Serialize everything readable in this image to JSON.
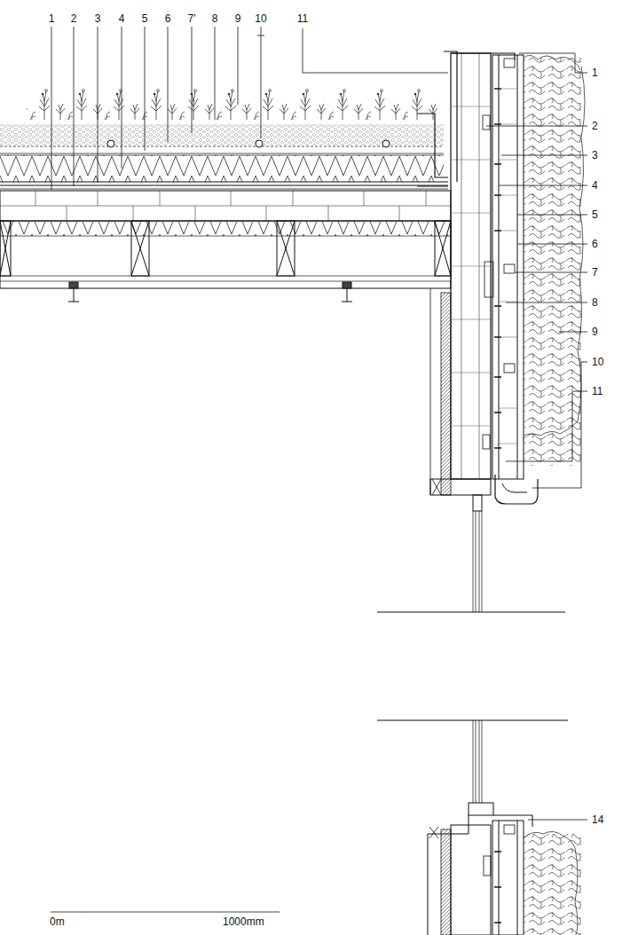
{
  "diagram": {
    "labels": [
      "1",
      "2",
      "3",
      "4",
      "5",
      "6",
      "7'",
      "8",
      "9",
      "10",
      "11",
      "1",
      "2",
      "3",
      "4",
      "5",
      "6",
      "7",
      "8",
      "9",
      "10",
      "11",
      "14",
      "0m",
      "1000mm"
    ]
  }
}
